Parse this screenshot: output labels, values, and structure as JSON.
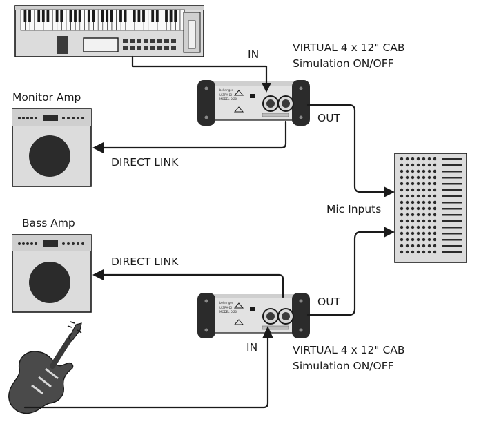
{
  "labels": {
    "in_top": "IN",
    "in_bottom": "IN",
    "out_top": "OUT",
    "out_bottom": "OUT",
    "direct_link_top": "DIRECT LINK",
    "direct_link_bottom": "DIRECT LINK",
    "monitor_amp": "Monitor Amp",
    "bass_amp": "Bass Amp",
    "mic_inputs": "Mic Inputs",
    "cab_top_line1": "VIRTUAL 4 x 12\" CAB",
    "cab_top_line2": "Simulation ON/OFF",
    "cab_bottom_line1": "VIRTUAL 4 x 12\" CAB",
    "cab_bottom_line2": "Simulation ON/OFF"
  },
  "devices": {
    "di_box_top": {
      "brand": "behringer",
      "model_line1": "ULTRA-DI",
      "model_line2": "MODEL DI20"
    },
    "di_box_bottom": {
      "brand": "behringer",
      "model_line1": "ULTRA-DI",
      "model_line2": "MODEL DI20"
    }
  },
  "colors": {
    "line": "#1a1a1a",
    "device_fill": "#e2e2e2",
    "dark": "#2b2b2b"
  }
}
